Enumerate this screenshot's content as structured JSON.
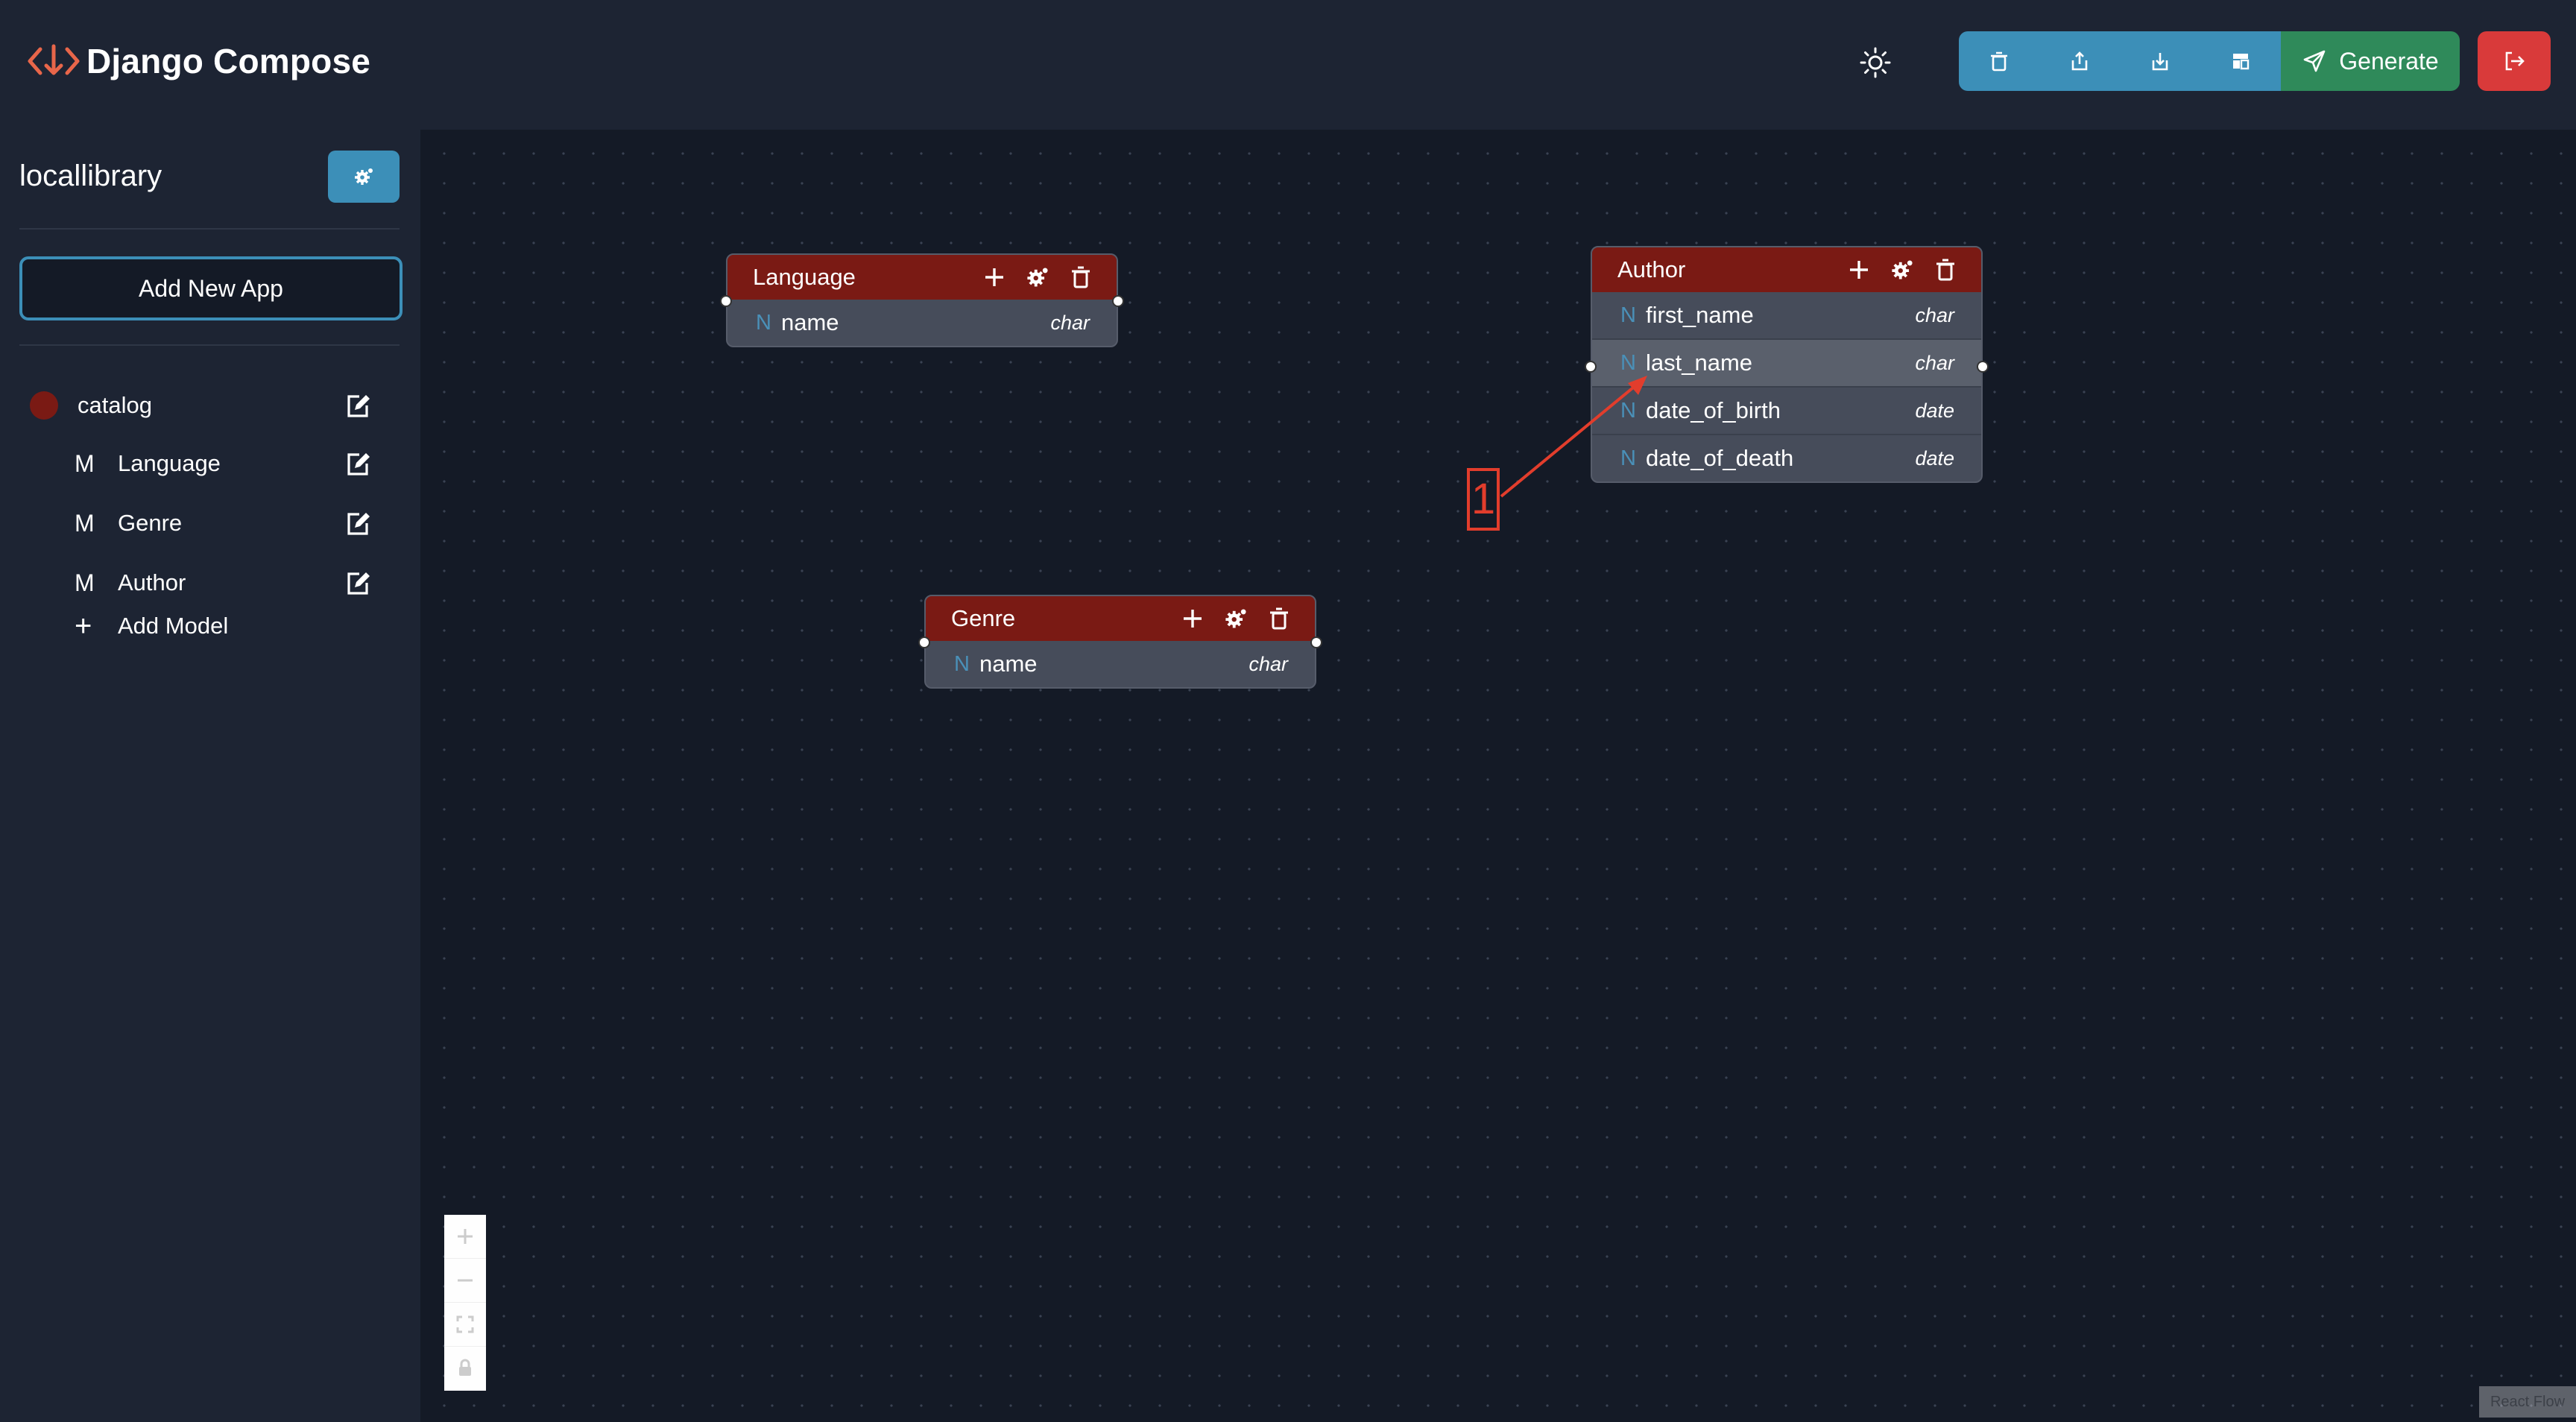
{
  "app": {
    "title": "Django Compose"
  },
  "toolbar": {
    "buttons": [
      {
        "name": "delete-button",
        "icon": "trash-icon"
      },
      {
        "name": "export-button",
        "icon": "upload-icon"
      },
      {
        "name": "import-button",
        "icon": "download-icon"
      },
      {
        "name": "layout-button",
        "icon": "layout-icon"
      }
    ],
    "generate_label": "Generate",
    "colors": {
      "tool": "#3c8fb8",
      "generate": "#2f8a5a",
      "logout": "#d93a3a"
    }
  },
  "sidebar": {
    "project_name": "locallibrary",
    "add_app_label": "Add New App",
    "app": {
      "label": "catalog",
      "color": "#7a1a14"
    },
    "models": [
      {
        "prefix": "M",
        "label": "Language"
      },
      {
        "prefix": "M",
        "label": "Genre"
      },
      {
        "prefix": "M",
        "label": "Author"
      }
    ],
    "add_model_label": "Add Model"
  },
  "canvas": {
    "nodes": [
      {
        "title": "Language",
        "fields": [
          {
            "prefix": "N",
            "name": "name",
            "type": "char"
          }
        ]
      },
      {
        "title": "Author",
        "fields": [
          {
            "prefix": "N",
            "name": "first_name",
            "type": "char"
          },
          {
            "prefix": "N",
            "name": "last_name",
            "type": "char"
          },
          {
            "prefix": "N",
            "name": "date_of_birth",
            "type": "date"
          },
          {
            "prefix": "N",
            "name": "date_of_death",
            "type": "date"
          }
        ]
      },
      {
        "title": "Genre",
        "fields": [
          {
            "prefix": "N",
            "name": "name",
            "type": "char"
          }
        ]
      }
    ],
    "annotation": "1",
    "attribution": "React Flow"
  }
}
